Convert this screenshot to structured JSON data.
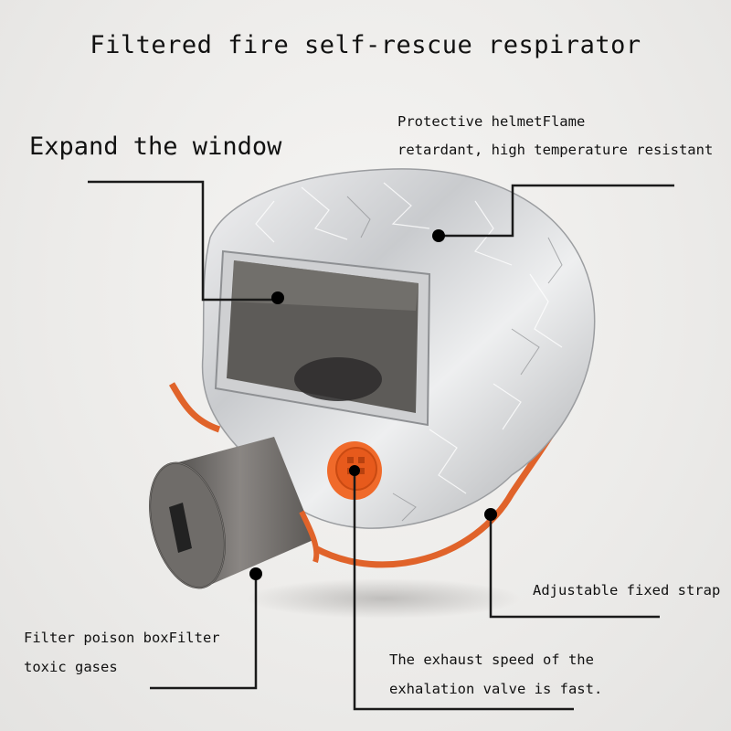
{
  "title": "Filtered fire self-rescue respirator",
  "labels": {
    "window": "Expand the window",
    "helmet_line1": "Protective helmetFlame",
    "helmet_line2": "retardant, high temperature resistant",
    "strap": "Adjustable fixed strap",
    "filter_line1": "Filter poison boxFilter",
    "filter_line2": "toxic gases",
    "valve_line1": "The exhaust speed of the",
    "valve_line2": "exhalation valve is fast."
  },
  "colors": {
    "foil": "#d9dadc",
    "strap": "#e0632a",
    "valve": "#f06a2a",
    "canister": "#6d6a67"
  }
}
